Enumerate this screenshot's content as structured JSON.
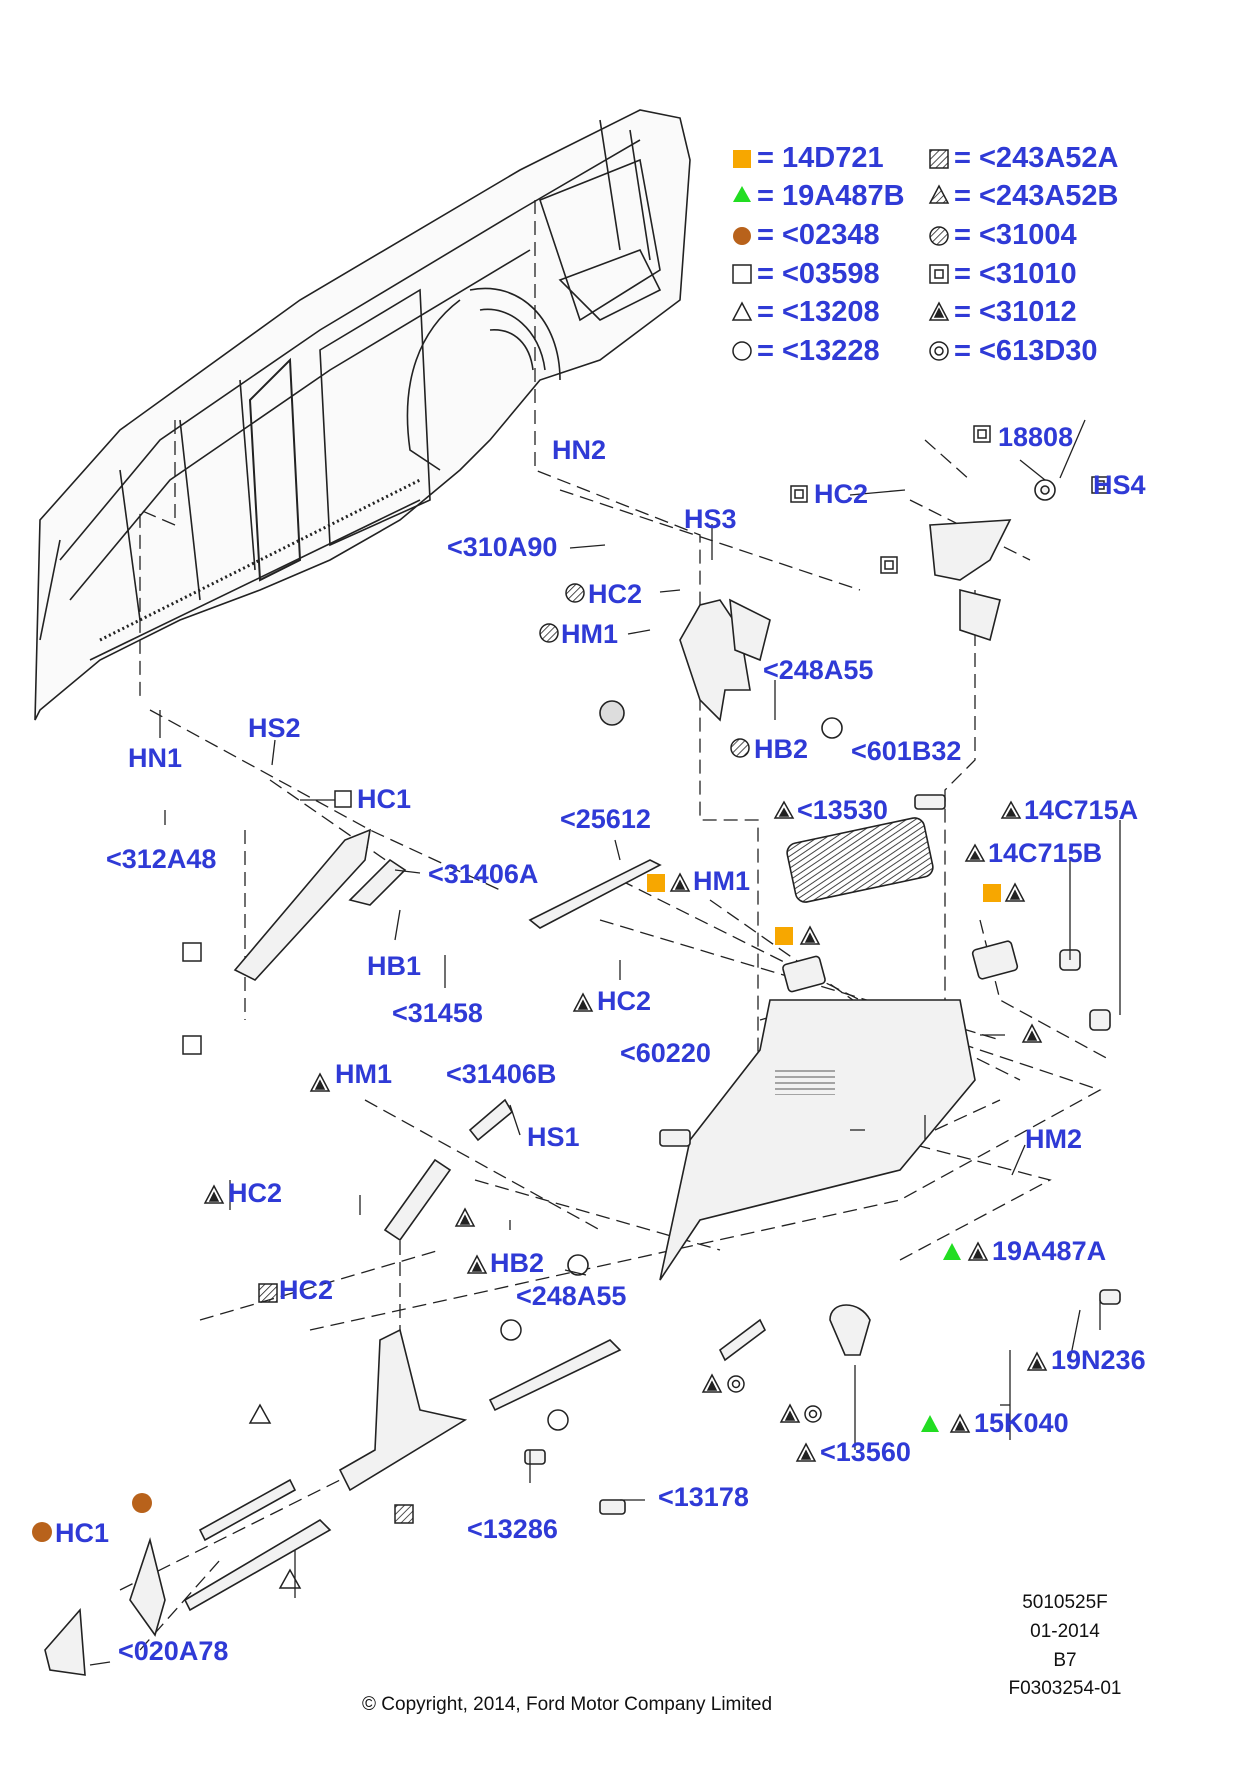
{
  "colors": {
    "label": "#2f3ad6",
    "square_orange": "#f7a700",
    "triangle_green": "#22dd22",
    "circle_brown": "#b8621b",
    "line": "#222222"
  },
  "legend": [
    {
      "symbol": "filled-orange-square",
      "text": "14D721"
    },
    {
      "symbol": "filled-green-triangle",
      "text": "19A487B"
    },
    {
      "symbol": "filled-brown-circle",
      "text": "<02348"
    },
    {
      "symbol": "open-square",
      "text": "<03598"
    },
    {
      "symbol": "open-triangle",
      "text": "<13208"
    },
    {
      "symbol": "open-circle",
      "text": "<13228"
    },
    {
      "symbol": "hatched-square",
      "text": "<243A52A"
    },
    {
      "symbol": "hatched-triangle",
      "text": "<243A52B"
    },
    {
      "symbol": "hatched-circle",
      "text": "<31004"
    },
    {
      "symbol": "boxed-square",
      "text": "<31010"
    },
    {
      "symbol": "dotted-triangle",
      "text": "<31012"
    },
    {
      "symbol": "double-circle",
      "text": "<613D30"
    }
  ],
  "equals_sign": "=",
  "callouts": {
    "HN2": "HN2",
    "HS3": "HS3",
    "p310A90": "<310A90",
    "HC2_a": "HC2",
    "HM1_a": "HM1",
    "p248A55_a": "<248A55",
    "HB2_a": "HB2",
    "p18808": "18808",
    "HC2_b": "HC2",
    "HS4": "HS4",
    "HN1": "HN1",
    "HS2": "HS2",
    "HC1_a": "HC1",
    "p312A48": "<312A48",
    "p31406A": "<31406A",
    "HB1": "HB1",
    "p31458": "<31458",
    "p25612": "<25612",
    "HM1_b": "HM1",
    "HC2_c": "HC2",
    "p601B32": "<601B32",
    "p13530": "<13530",
    "p14C715A": "14C715A",
    "p14C715B": "14C715B",
    "p60220": "<60220",
    "HM1_c": "HM1",
    "p31406B": "<31406B",
    "HS1": "HS1",
    "HC2_d": "HC2",
    "HB2_b": "HB2",
    "p248A55_b": "<248A55",
    "HM2": "HM2",
    "p19A487A": "19A487A",
    "HC2_e": "HC2",
    "p19N236": "19N236",
    "p15K040": "15K040",
    "p13560": "<13560",
    "p13178": "<13178",
    "p13286": "<13286",
    "HC1_b": "HC1",
    "p020A78": "<020A78"
  },
  "doc_info": {
    "code": "5010525F",
    "date": "01-2014",
    "rev": "B7",
    "ref": "F0303254-01"
  },
  "copyright": "© Copyright, 2014, Ford Motor Company Limited"
}
